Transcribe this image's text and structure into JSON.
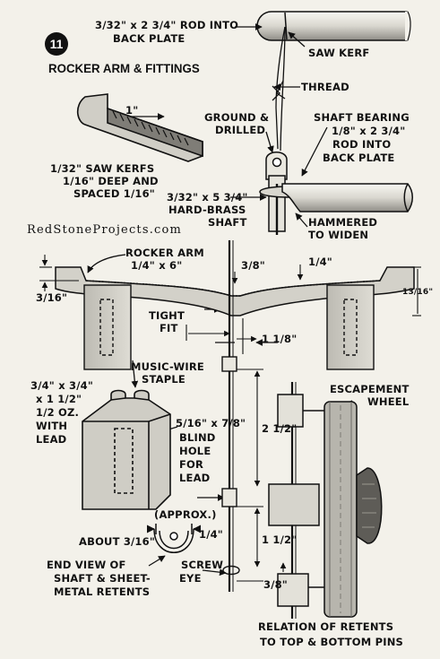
{
  "figure": {
    "number": "11",
    "title": "ROCKER ARM & FITTINGS",
    "watermark": "RedStoneProjects.com"
  },
  "labels": {
    "rod_line1": "3/32\" x 2 3/4\" ROD INTO",
    "rod_line2": "BACK PLATE",
    "saw_kerf": "SAW KERF",
    "thread": "THREAD",
    "ground_line1": "GROUND &",
    "ground_line2": "DRILLED",
    "bearing_line1": "SHAFT BEARING",
    "bearing_line2": "1/8\" x 2 3/4\"",
    "bearing_line3": "ROD INTO",
    "bearing_line4": "BACK PLATE",
    "kerfs_line1": "1/32\" SAW KERFS",
    "kerfs_line2": "1/16\" DEEP AND",
    "kerfs_line3": "SPACED 1/16\"",
    "inch_1": "1\"",
    "shaft_line1": "3/32\" x 5 3/4\"",
    "shaft_line2": "HARD-BRASS",
    "shaft_line3": "SHAFT",
    "hammered_line1": "HAMMERED",
    "hammered_line2": "TO WIDEN",
    "rocker_line1": "ROCKER ARM",
    "rocker_line2": "1/4\" x 6\"",
    "dim_3_8_top": "3/8\"",
    "dim_1_4_top": "1/4\"",
    "dim_3_16_left": "3/16\"",
    "dim_13_16": "13/16\"",
    "tight_line1": "TIGHT",
    "tight_line2": "FIT",
    "dim_1_1_8": "1 1/8\"",
    "staple_line1": "MUSIC-WIRE",
    "staple_line2": "STAPLE",
    "weight_line1": "3/4\" x 3/4\"",
    "weight_line2": "x 1 1/2\"",
    "weight_line3": "1/2 OZ.",
    "weight_line4": "WITH",
    "weight_line5": "LEAD",
    "hole_line1": "5/16\" x 7/8\"",
    "hole_line2": "BLIND",
    "hole_line3": "HOLE",
    "hole_line4": "FOR",
    "hole_line5": "LEAD",
    "dim_2_1_2": "2 1/2\"",
    "approx": "(APPROX.)",
    "about_3_16": "ABOUT 3/16\"",
    "dim_1_4_end": "1/4\"",
    "end_view_line1": "END VIEW OF",
    "end_view_line2": "SHAFT & SHEET-",
    "end_view_line3": "METAL RETENTS",
    "screw_line1": "SCREW",
    "screw_line2": "EYE",
    "dim_1_1_2": "1 1/2\"",
    "dim_3_8_bottom": "3/8\"",
    "escapement_line1": "ESCAPEMENT",
    "escapement_line2": "WHEEL",
    "relation_line1": "RELATION OF RETENTS",
    "relation_line2": "TO TOP & BOTTOM PINS"
  },
  "colors": {
    "paper": "#f3f1ea",
    "ink": "#111111",
    "shade_light": "#d6d4cc",
    "shade_mid": "#b9b7ae",
    "shade_dark": "#6d6b66"
  }
}
